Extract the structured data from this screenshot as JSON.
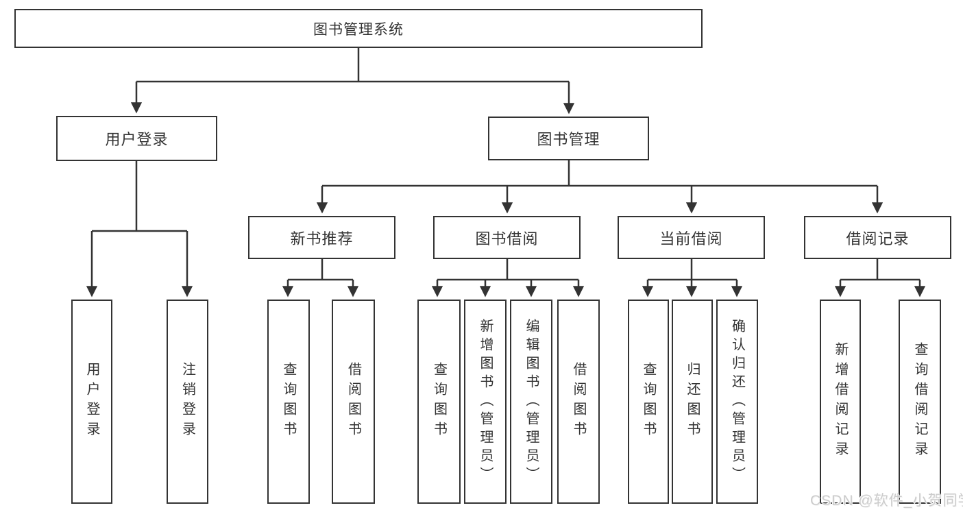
{
  "diagram_title": "图书管理系统",
  "colors": {
    "line": "#333333",
    "text": "#333333",
    "background": "#ffffff",
    "watermark": "#cccccc"
  },
  "tree": {
    "root": {
      "label": "图书管理系统"
    },
    "branches": [
      {
        "label": "用户登录",
        "children": [
          {
            "label": "用户登录"
          },
          {
            "label": "注销登录"
          }
        ]
      },
      {
        "label": "图书管理",
        "children": [
          {
            "label": "新书推荐",
            "children": [
              {
                "label": "查询图书"
              },
              {
                "label": "借阅图书"
              }
            ]
          },
          {
            "label": "图书借阅",
            "children": [
              {
                "label": "查询图书"
              },
              {
                "label": "新增图书（管理员）"
              },
              {
                "label": "编辑图书（管理员）"
              },
              {
                "label": "借阅图书"
              }
            ]
          },
          {
            "label": "当前借阅",
            "children": [
              {
                "label": "查询图书"
              },
              {
                "label": "归还图书"
              },
              {
                "label": "确认归还（管理员）"
              }
            ]
          },
          {
            "label": "借阅记录",
            "children": [
              {
                "label": "新增借阅记录"
              },
              {
                "label": "查询借阅记录"
              }
            ]
          }
        ]
      }
    ]
  },
  "watermark": {
    "text": "CSDN @软件_小贺同学"
  }
}
